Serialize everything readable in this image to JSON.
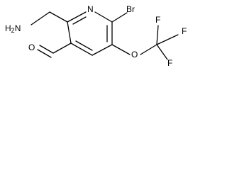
{
  "molecule": {
    "atoms": {
      "amine": "H2N",
      "ring_nitrogen": "N",
      "bromine": "Br",
      "aldehyde_oxygen": "O",
      "ether_oxygen": "O",
      "fluorine_1": "F",
      "fluorine_2": "F",
      "fluorine_3": "F"
    },
    "colors": {
      "ink": "#000000",
      "background": "#ffffff"
    }
  }
}
